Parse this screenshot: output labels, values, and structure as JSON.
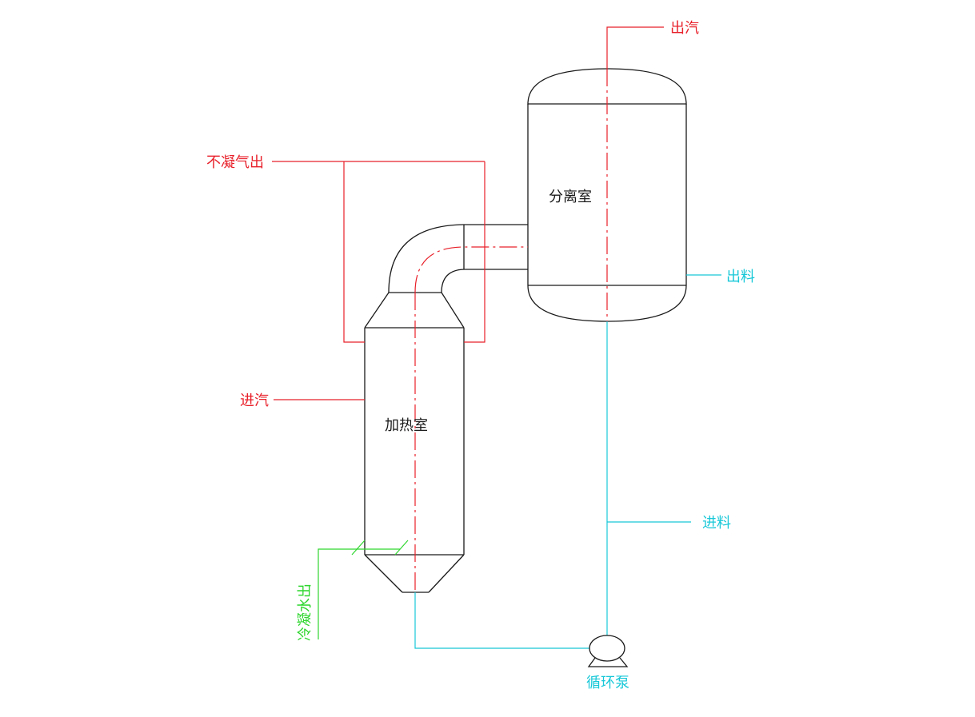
{
  "diagram": {
    "colors": {
      "steam": "#e8202a",
      "liquid": "#18c8d8",
      "water": "#2ed62e",
      "vessel": "#1a1a1a"
    },
    "labels": {
      "steam_out": "出汽",
      "noncondensable_out": "不凝气出",
      "separator": "分离室",
      "product_out": "出料",
      "steam_in": "进汽",
      "heater": "加热室",
      "feed_in": "进料",
      "condensate_out": "冷凝水出",
      "pump": "循环泵"
    }
  }
}
